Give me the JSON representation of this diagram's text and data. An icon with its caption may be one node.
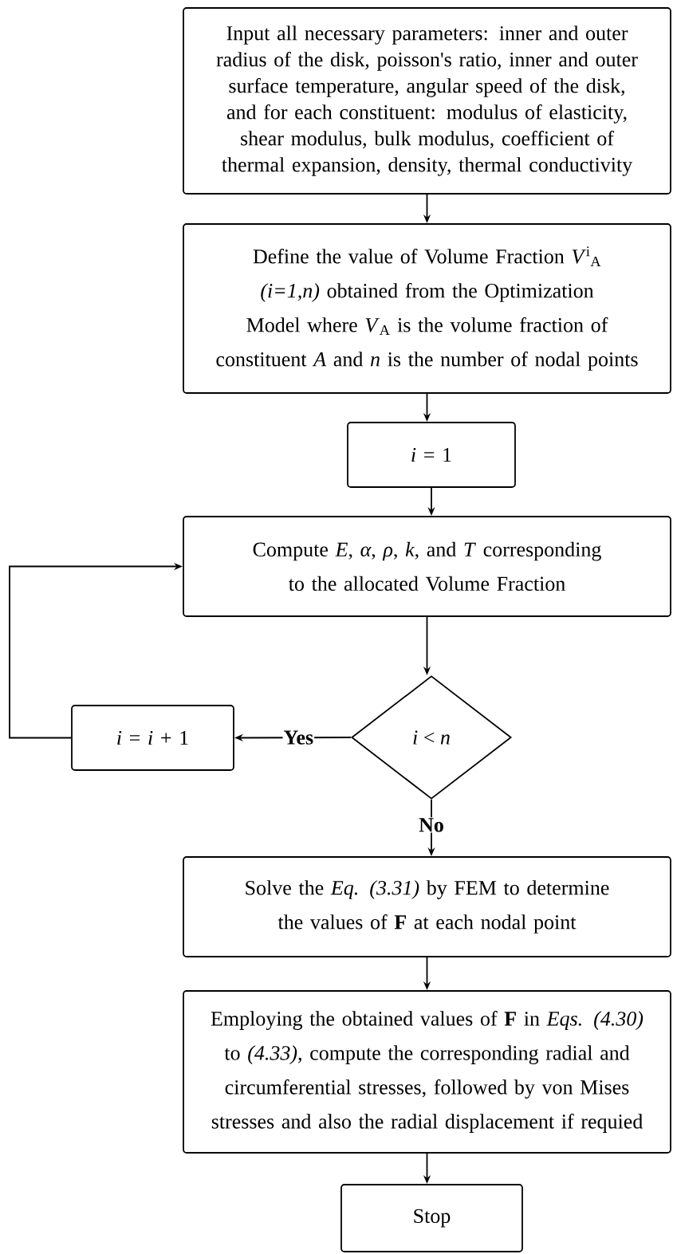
{
  "diagram": {
    "nodes": [
      {
        "text": [
          "Input all necessary parameters: inner and outer radius of the disk, poisson's ratio, inner and outer surface temperature, angular speed of the disk, and for each constituent: modulus of elasticity, shear modulus, bulk modulus, coefficient of thermal expansion, density, thermal conductivity"
        ]
      },
      {
        "text": [
          "Define the value of Volume Fraction *V*$^{i}$$_{A}$ *(i=1,n)* obtained from the Optimization Model where *V*$_{A}$ is the volume fraction of constituent *A* and *n* is the number of nodal points"
        ]
      },
      {
        "text": [
          "*i* = 1"
        ]
      },
      {
        "text": [
          "Compute *E*, *α*, *ρ*, *k*, and *T* corresponding to the allocated Volume Fraction"
        ]
      },
      {
        "text": [
          "*i* < *n*"
        ]
      },
      {
        "text": [
          "*i* = *i* + 1"
        ]
      },
      {
        "text": [
          "Solve the *Eq. (3.31)* by FEM to determine the values of **F** at each nodal point"
        ]
      },
      {
        "text": [
          "Employing the obtained values of **F** in *Eqs. (4.30)* to *(4.33)*, compute the corresponding radial and circumferential stresses, followed by von Mises stresses and also the radial displacement if requied"
        ]
      },
      {
        "text": [
          "Stop"
        ]
      }
    ],
    "edges": [
      {
        "from": 0,
        "to": 1,
        "arrow": "to"
      },
      {
        "from": 1,
        "to": 2,
        "arrow": "to"
      },
      {
        "from": 2,
        "to": 3,
        "arrow": "to"
      },
      {
        "from": 3,
        "to": 4,
        "arrow": "to"
      },
      {
        "from": 4,
        "to": 5,
        "arrow": "to",
        "label": "Yes"
      },
      {
        "from": 5,
        "to": 3,
        "arrow": "to"
      },
      {
        "from": 4,
        "to": 6,
        "arrow": "to",
        "label": "No"
      },
      {
        "from": 6,
        "to": 7,
        "arrow": "to"
      },
      {
        "from": 7,
        "to": 8,
        "arrow": "to"
      }
    ]
  }
}
